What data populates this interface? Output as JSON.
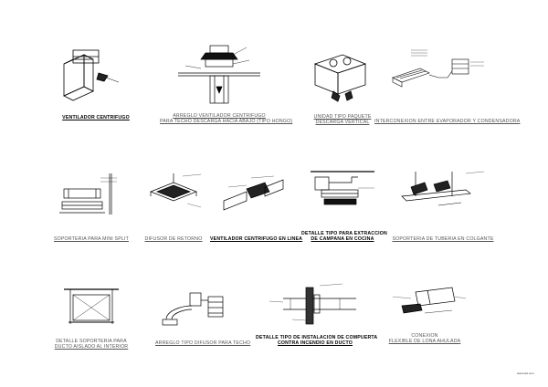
{
  "captions": {
    "c1": {
      "lines": [
        "VENTILADOR CENTRIFUGO"
      ]
    },
    "c2": {
      "lines": [
        "ARREGLO VENTILADOR CENTRIFUGO",
        "PARA TECHO DESCARGA HACIA ABAJO (TIPO HONGO)"
      ]
    },
    "c3": {
      "lines": [
        "UNIDAD TIPO PAQUETE",
        "DESCARGA VERTICAL"
      ]
    },
    "c4": {
      "lines": [
        "INTERCONEXION ENTRE EVAPORADOR Y CONDENSADORA"
      ]
    },
    "c5": {
      "lines": [
        "SOPORTERIA PARA MINI SPLIT"
      ]
    },
    "c6": {
      "lines": [
        "DIFUSOR DE RETORNO"
      ]
    },
    "c7": {
      "lines": [
        "VENTILADOR CENTRIFUGO EN LINEA"
      ]
    },
    "c8": {
      "lines": [
        "DETALLE TIPO PARA EXTRACCION",
        "DE CAMPANA EN COCINA"
      ]
    },
    "c9": {
      "lines": [
        "SOPORTERIA DE TUBERIA EN COLGANTE"
      ]
    },
    "c10": {
      "lines": [
        "DETALLE SOPORTERIA PARA",
        "DUCTO AISLADO AL INTERIOR"
      ]
    },
    "c11": {
      "lines": [
        "ARREGLO TIPO DIFUSOR PARA TECHO"
      ]
    },
    "c12": {
      "lines": [
        "DETALLE TIPO DE INSTALACION DE COMPUERTA",
        "CONTRA INCENDIO EN DUCTO"
      ]
    },
    "c13": {
      "lines": [
        "CONEXION",
        "FLEXIBLE DE LONA AHULADA"
      ]
    }
  },
  "watermark": "www.cad.com",
  "colors": {
    "ink": "#000000",
    "background": "#ffffff",
    "caption_gray": "#555555"
  }
}
